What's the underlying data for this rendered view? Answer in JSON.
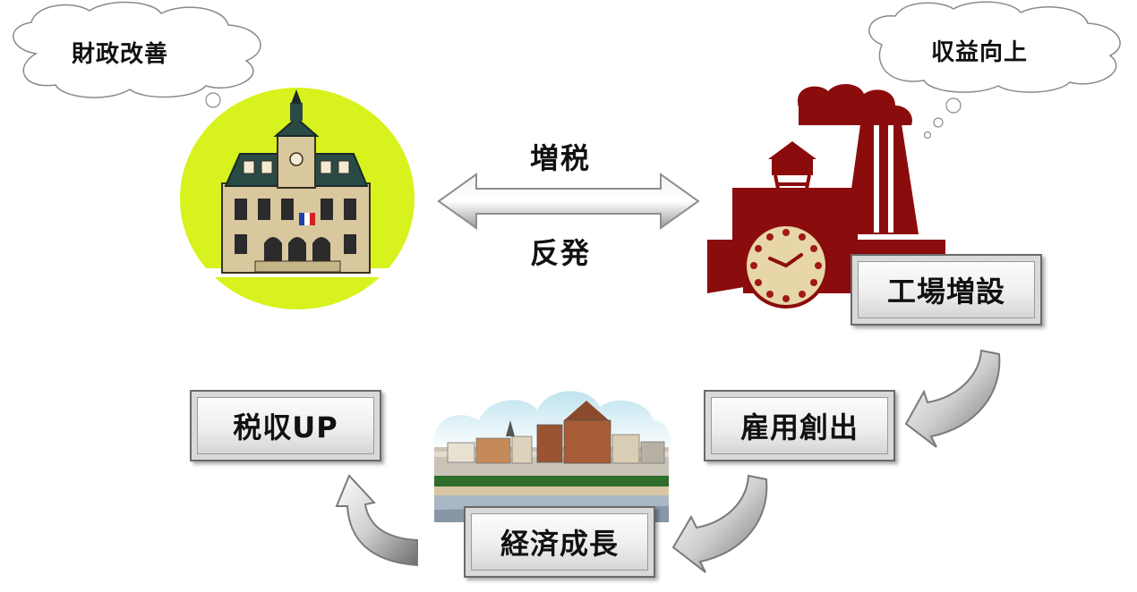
{
  "clouds": {
    "left": "財政改善",
    "right": "収益向上"
  },
  "middle": {
    "top": "増税",
    "bottom": "反発"
  },
  "boxes": {
    "factory": "工場増設",
    "employment": "雇用創出",
    "growth": "経済成長",
    "tax": "税収UP"
  },
  "colors": {
    "townhall_circle": "#d8f21d",
    "factory": "#8b0c0c",
    "clock_face": "#e6d6a8"
  }
}
